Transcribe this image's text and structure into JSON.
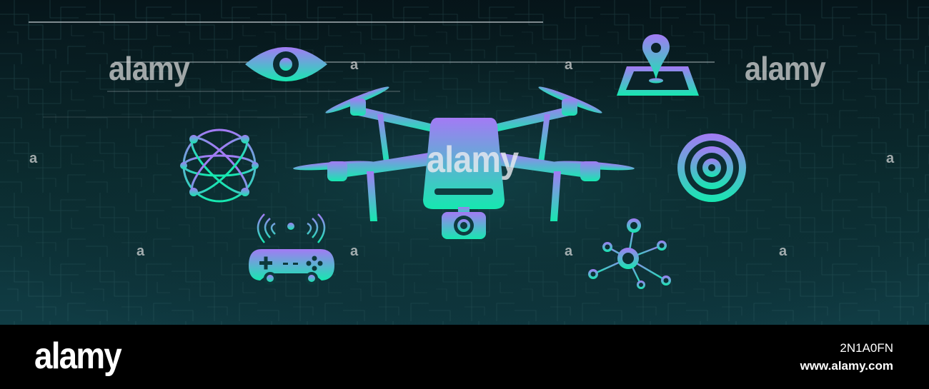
{
  "image": {
    "description_free": true,
    "colors": {
      "background_dark": "#07161a",
      "background_teal": "#0e3d3f",
      "gradient_top": "#9b7cf2",
      "gradient_bottom": "#19e6b4",
      "footer": "#000000"
    }
  },
  "watermarks": {
    "large": [
      "alamy",
      "alamy"
    ],
    "center": "alamy",
    "small_mark": "a"
  },
  "icons": [
    "drone-icon",
    "eye-icon",
    "location-pin-icon",
    "atom-globe-icon",
    "target-icon",
    "gamepad-icon",
    "network-icon"
  ],
  "footer": {
    "logo": "alamy",
    "image_id": "2N1A0FN",
    "url": "www.alamy.com"
  }
}
